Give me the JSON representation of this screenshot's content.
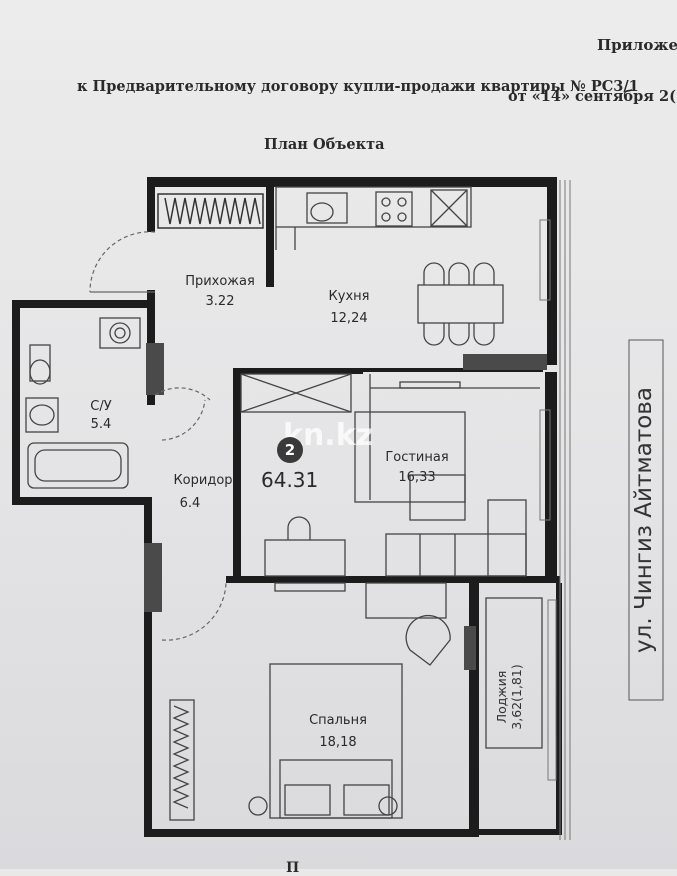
{
  "header": {
    "line1": "Приложе",
    "line2": "к Предварительному договору купли-продажи квартиры № РС3/1",
    "line3": "от «14» сентября 2(",
    "plan_title": "План Объекта",
    "bottom_partial": "П"
  },
  "watermark": "kn.kz",
  "apartment": {
    "rooms_badge": "2",
    "total_area": "64.31"
  },
  "rooms": [
    {
      "name": "Прихожая",
      "area": "3.22"
    },
    {
      "name": "Кухня",
      "area": "12,24"
    },
    {
      "name": "С/У",
      "area": "5.4"
    },
    {
      "name": "Гостиная",
      "area": "16,33"
    },
    {
      "name": "Коридор",
      "area": "6.4"
    },
    {
      "name": "Спальня",
      "area": "18,18"
    },
    {
      "name": "Лоджия",
      "area": "3,62(1,81)"
    }
  ],
  "street": "ул. Чингиз Айтматова",
  "colors": {
    "wall": "#1c1c1c",
    "paper": "#e9e9ea",
    "furniture": "#555555"
  }
}
